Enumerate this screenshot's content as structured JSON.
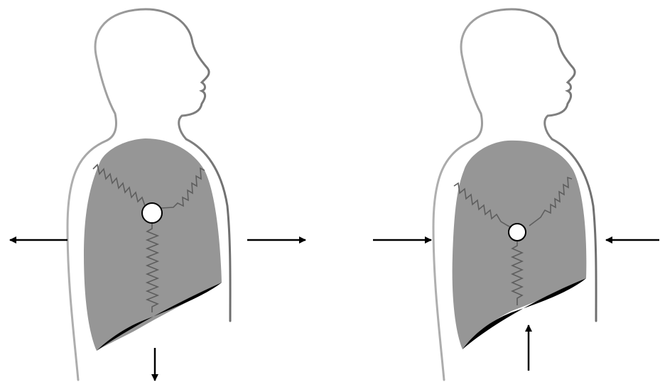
{
  "figures": [
    {
      "id": "expanded",
      "icon": "torso-silhouette-icon",
      "state_description_visible": false,
      "arrows": [
        "left-outward",
        "right-outward",
        "down"
      ]
    },
    {
      "id": "contracted",
      "icon": "torso-silhouette-icon",
      "state_description_visible": false,
      "arrows": [
        "left-inward",
        "right-inward",
        "up"
      ]
    }
  ],
  "colors": {
    "outline_light": "#a6a6a6",
    "outline_dark": "#777777",
    "lung_fill": "#969696",
    "spring": "#5e5e5e",
    "diaphragm": "#000000",
    "arrow": "#000000",
    "node_fill": "#ffffff"
  }
}
